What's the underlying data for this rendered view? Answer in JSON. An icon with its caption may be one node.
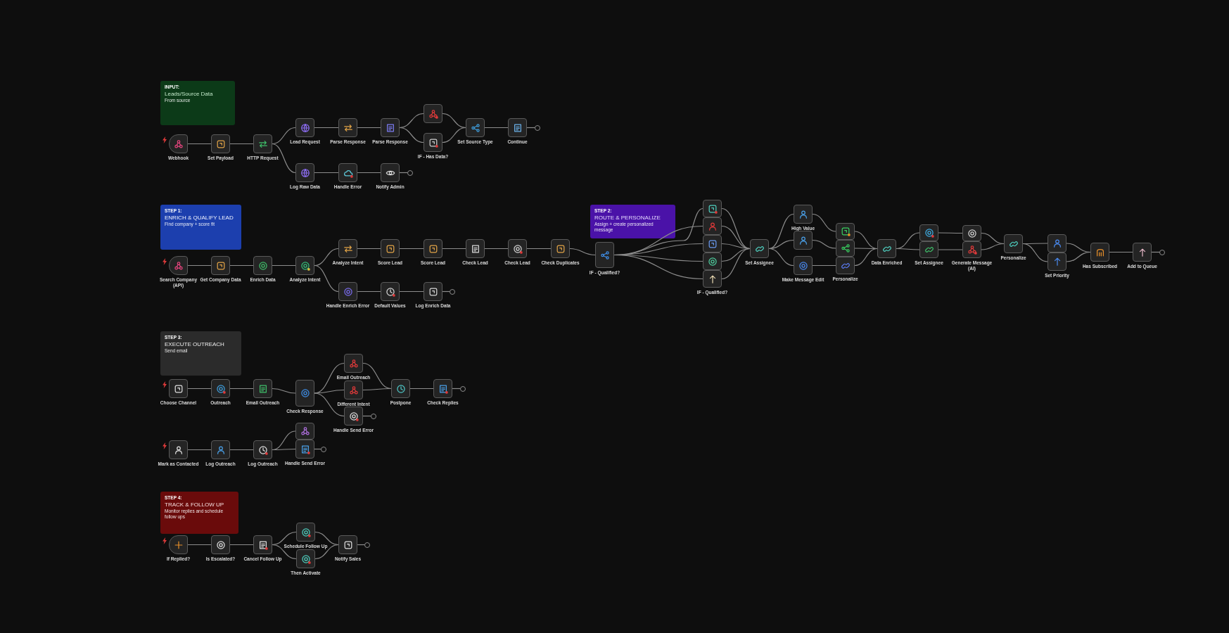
{
  "diagram": {
    "nodes": [
      {
        "text": [
          "INPUT:",
          "Leads/Source Data",
          "From source"
        ]
      },
      {
        "text": [
          "Webhook"
        ]
      },
      {
        "text": [
          "Set Payload"
        ]
      },
      {
        "text": [
          "HTTP Request"
        ]
      },
      {
        "text": [
          "Lead Request"
        ]
      },
      {
        "text": [
          "Parse Response"
        ]
      },
      {
        "text": [
          "Parse Response"
        ]
      },
      {
        "text": [],
        "shape": "box"
      },
      {
        "text": [
          "IF - Has Data?"
        ]
      },
      {
        "text": [
          "Set Source Type"
        ]
      },
      {
        "text": [
          "Continue"
        ]
      },
      {
        "text": [],
        "shape": "circle"
      },
      {
        "text": [
          "Log Raw Data"
        ]
      },
      {
        "text": [
          "Handle Error"
        ]
      },
      {
        "text": [
          "Notify Admin"
        ]
      },
      {
        "text": [],
        "shape": "circle"
      },
      {
        "text": [
          "STEP 1:",
          "ENRICH & QUALIFY LEAD",
          "Find company + score fit"
        ]
      },
      {
        "text": [
          "Search Company (API)"
        ]
      },
      {
        "text": [
          "Get Company Data"
        ]
      },
      {
        "text": [
          "Enrich Data"
        ]
      },
      {
        "text": [
          "Analyze Intent"
        ]
      },
      {
        "text": [
          "Analyze Intent"
        ]
      },
      {
        "text": [
          "Score Lead"
        ]
      },
      {
        "text": [
          "Score Lead"
        ]
      },
      {
        "text": [
          "Check Lead"
        ]
      },
      {
        "text": [
          "Check Lead"
        ]
      },
      {
        "text": [
          "Check Duplicates"
        ]
      },
      {
        "text": [
          "Handle Enrich Error"
        ]
      },
      {
        "text": [
          "Default Values"
        ]
      },
      {
        "text": [
          "Log Enrich Data"
        ]
      },
      {
        "text": [],
        "shape": "circle"
      },
      {
        "text": [
          "STEP 2:",
          "ROUTE & PERSONALIZE",
          "Assign + create personalized message"
        ]
      },
      {
        "text": [
          "IF - Qualified?"
        ]
      },
      {
        "text": [],
        "shape": "box"
      },
      {
        "text": [],
        "shape": "box"
      },
      {
        "text": [],
        "shape": "box"
      },
      {
        "text": [],
        "shape": "box"
      },
      {
        "text": [
          "IF - Qualified?"
        ]
      },
      {
        "text": [
          "Set Assignee"
        ]
      },
      {
        "text": [
          "High Value"
        ]
      },
      {
        "text": [],
        "shape": "box"
      },
      {
        "text": [
          "Make Message Edit"
        ]
      },
      {
        "text": [],
        "shape": "box"
      },
      {
        "text": [],
        "shape": "box"
      },
      {
        "text": [
          "Personalize"
        ]
      },
      {
        "text": [
          "Data Enriched"
        ]
      },
      {
        "text": [],
        "shape": "box"
      },
      {
        "text": [
          "Set Assignee"
        ]
      },
      {
        "text": [],
        "shape": "box"
      },
      {
        "text": [
          "Generate Message (AI)"
        ]
      },
      {
        "text": [
          "Personalize"
        ]
      },
      {
        "text": [],
        "shape": "box"
      },
      {
        "text": [
          "Set Priority"
        ]
      },
      {
        "text": [
          "Has Subscribed"
        ]
      },
      {
        "text": [
          "Add to Queue"
        ]
      },
      {
        "text": [],
        "shape": "circle"
      },
      {
        "text": [
          "STEP 3:",
          "EXECUTE OUTREACH",
          "Send email"
        ]
      },
      {
        "text": [
          "Choose Channel"
        ]
      },
      {
        "text": [
          "Outreach"
        ]
      },
      {
        "text": [
          "Email Outreach"
        ]
      },
      {
        "text": [
          "Check Response"
        ]
      },
      {
        "text": [
          "Email Outreach"
        ]
      },
      {
        "text": [
          "Different Intent"
        ]
      },
      {
        "text": [
          "Handle Send Error"
        ]
      },
      {
        "text": [],
        "shape": "circle"
      },
      {
        "text": [
          "Postpone"
        ]
      },
      {
        "text": [
          "Check Replies"
        ]
      },
      {
        "text": [],
        "shape": "circle"
      },
      {
        "text": [
          "Mark as Contacted"
        ]
      },
      {
        "text": [
          "Log Outreach"
        ]
      },
      {
        "text": [
          "Log Outreach"
        ]
      },
      {
        "text": [],
        "shape": "box"
      },
      {
        "text": [
          "Handle Send Error"
        ]
      },
      {
        "text": [],
        "shape": "circle"
      },
      {
        "text": [
          "STEP 4:",
          "TRACK & FOLLOW UP",
          "Monitor replies and schedule follow ups"
        ]
      },
      {
        "text": [
          "If Replied?"
        ]
      },
      {
        "text": [
          "Is Escalated?"
        ]
      },
      {
        "text": [
          "Cancel Follow Up"
        ]
      },
      {
        "text": [
          "Schedule Follow Up"
        ]
      },
      {
        "text": [
          "Then Activate"
        ]
      },
      {
        "text": [
          "Notify Sales"
        ]
      },
      {
        "text": [],
        "shape": "circle"
      }
    ],
    "edges": [
      {
        "from": 1,
        "to": 2,
        "arrow": "none"
      },
      {
        "from": 2,
        "to": 3,
        "arrow": "none"
      },
      {
        "from": 3,
        "to": 4,
        "arrow": "none"
      },
      {
        "from": 3,
        "to": 12,
        "arrow": "none"
      },
      {
        "from": 4,
        "to": 5,
        "arrow": "none"
      },
      {
        "from": 5,
        "to": 6,
        "arrow": "none"
      },
      {
        "from": 6,
        "to": 7,
        "arrow": "none"
      },
      {
        "from": 6,
        "to": 8,
        "arrow": "none"
      },
      {
        "from": 7,
        "to": 9,
        "arrow": "none"
      },
      {
        "from": 8,
        "to": 9,
        "arrow": "none"
      },
      {
        "from": 9,
        "to": 10,
        "arrow": "none"
      },
      {
        "from": 10,
        "to": 11,
        "arrow": "none"
      },
      {
        "from": 12,
        "to": 13,
        "arrow": "none"
      },
      {
        "from": 13,
        "to": 14,
        "arrow": "none"
      },
      {
        "from": 14,
        "to": 15,
        "arrow": "none"
      },
      {
        "from": 17,
        "to": 18,
        "arrow": "none"
      },
      {
        "from": 18,
        "to": 19,
        "arrow": "none"
      },
      {
        "from": 19,
        "to": 20,
        "arrow": "none"
      },
      {
        "from": 20,
        "to": 21,
        "arrow": "none"
      },
      {
        "from": 20,
        "to": 27,
        "arrow": "none"
      },
      {
        "from": 21,
        "to": 22,
        "arrow": "none"
      },
      {
        "from": 22,
        "to": 23,
        "arrow": "none"
      },
      {
        "from": 23,
        "to": 24,
        "arrow": "none"
      },
      {
        "from": 24,
        "to": 25,
        "arrow": "none"
      },
      {
        "from": 25,
        "to": 26,
        "arrow": "none"
      },
      {
        "from": 26,
        "to": 32,
        "arrow": "none"
      },
      {
        "from": 27,
        "to": 28,
        "arrow": "none"
      },
      {
        "from": 28,
        "to": 29,
        "arrow": "none"
      },
      {
        "from": 29,
        "to": 30,
        "arrow": "none"
      },
      {
        "from": 32,
        "to": 33,
        "arrow": "none"
      },
      {
        "from": 32,
        "to": 34,
        "arrow": "none"
      },
      {
        "from": 32,
        "to": 35,
        "arrow": "none"
      },
      {
        "from": 32,
        "to": 36,
        "arrow": "none"
      },
      {
        "from": 32,
        "to": 37,
        "arrow": "none"
      },
      {
        "from": 33,
        "to": 38,
        "arrow": "none"
      },
      {
        "from": 34,
        "to": 38,
        "arrow": "none"
      },
      {
        "from": 35,
        "to": 38,
        "arrow": "none"
      },
      {
        "from": 36,
        "to": 38,
        "arrow": "none"
      },
      {
        "from": 37,
        "to": 38,
        "arrow": "none"
      },
      {
        "from": 38,
        "to": 39,
        "arrow": "none"
      },
      {
        "from": 38,
        "to": 40,
        "arrow": "none"
      },
      {
        "from": 38,
        "to": 41,
        "arrow": "none"
      },
      {
        "from": 39,
        "to": 42,
        "arrow": "none"
      },
      {
        "from": 40,
        "to": 43,
        "arrow": "none"
      },
      {
        "from": 41,
        "to": 44,
        "arrow": "none"
      },
      {
        "from": 42,
        "to": 45,
        "arrow": "none"
      },
      {
        "from": 43,
        "to": 45,
        "arrow": "none"
      },
      {
        "from": 44,
        "to": 45,
        "arrow": "none"
      },
      {
        "from": 45,
        "to": 46,
        "arrow": "none"
      },
      {
        "from": 45,
        "to": 47,
        "arrow": "none"
      },
      {
        "from": 46,
        "to": 48,
        "arrow": "none"
      },
      {
        "from": 47,
        "to": 49,
        "arrow": "none"
      },
      {
        "from": 48,
        "to": 50,
        "arrow": "none"
      },
      {
        "from": 49,
        "to": 50,
        "arrow": "none"
      },
      {
        "from": 50,
        "to": 51,
        "arrow": "none"
      },
      {
        "from": 50,
        "to": 52,
        "arrow": "none"
      },
      {
        "from": 51,
        "to": 53,
        "arrow": "none"
      },
      {
        "from": 52,
        "to": 53,
        "arrow": "none"
      },
      {
        "from": 53,
        "to": 54,
        "arrow": "none"
      },
      {
        "from": 54,
        "to": 55,
        "arrow": "none"
      },
      {
        "from": 57,
        "to": 58,
        "arrow": "none"
      },
      {
        "from": 58,
        "to": 59,
        "arrow": "none"
      },
      {
        "from": 59,
        "to": 60,
        "arrow": "none"
      },
      {
        "from": 60,
        "to": 61,
        "arrow": "none"
      },
      {
        "from": 60,
        "to": 62,
        "arrow": "none"
      },
      {
        "from": 60,
        "to": 63,
        "arrow": "none"
      },
      {
        "from": 61,
        "to": 65,
        "arrow": "none"
      },
      {
        "from": 62,
        "to": 65,
        "arrow": "none"
      },
      {
        "from": 63,
        "to": 64,
        "arrow": "none"
      },
      {
        "from": 65,
        "to": 66,
        "arrow": "none"
      },
      {
        "from": 66,
        "to": 67,
        "arrow": "none"
      },
      {
        "from": 68,
        "to": 69,
        "arrow": "none"
      },
      {
        "from": 69,
        "to": 70,
        "arrow": "none"
      },
      {
        "from": 70,
        "to": 71,
        "arrow": "none"
      },
      {
        "from": 70,
        "to": 72,
        "arrow": "none"
      },
      {
        "from": 72,
        "to": 73,
        "arrow": "none"
      },
      {
        "from": 75,
        "to": 76,
        "arrow": "none"
      },
      {
        "from": 76,
        "to": 77,
        "arrow": "none"
      },
      {
        "from": 77,
        "to": 78,
        "arrow": "none"
      },
      {
        "from": 77,
        "to": 79,
        "arrow": "none"
      },
      {
        "from": 78,
        "to": 80,
        "arrow": "none"
      },
      {
        "from": 79,
        "to": 80,
        "arrow": "none"
      },
      {
        "from": 80,
        "to": 81,
        "arrow": "none"
      }
    ]
  }
}
